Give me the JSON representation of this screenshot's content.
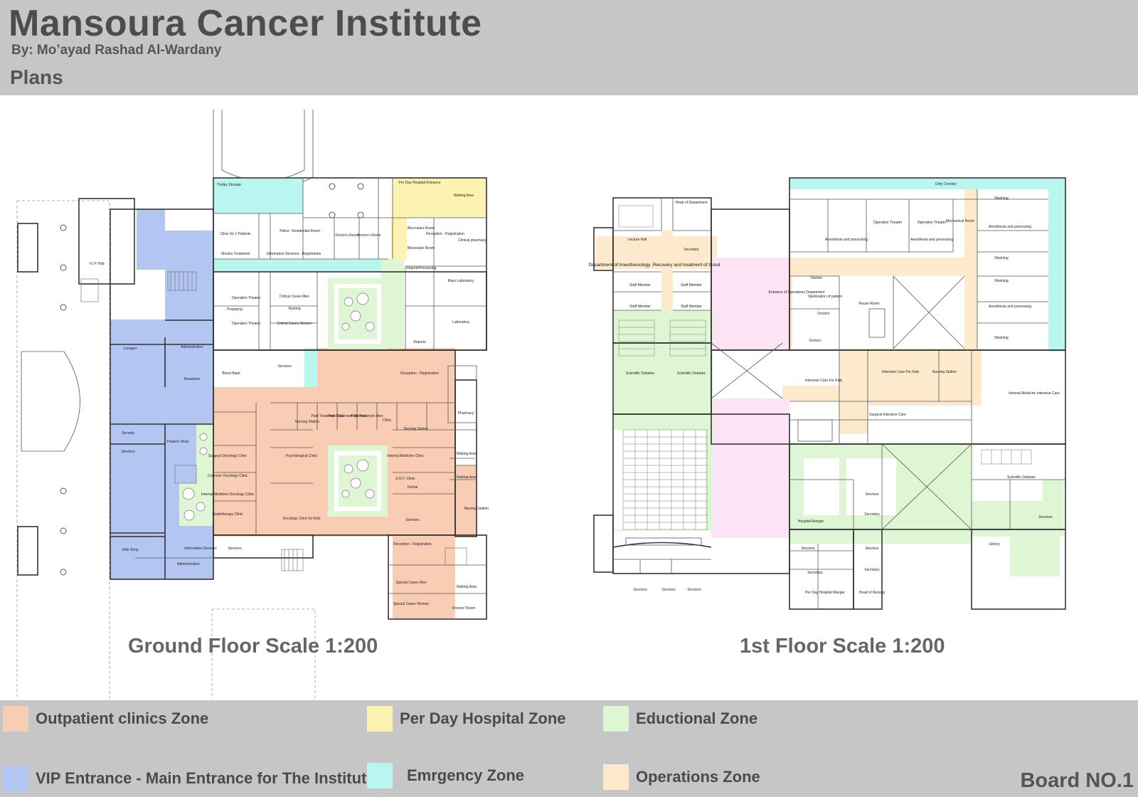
{
  "header": {
    "title": "Mansoura Cancer Institute",
    "author": "By: Mo’ayad Rashad Al-Wardany",
    "section": "Plans"
  },
  "plans": {
    "ground": {
      "caption": "Ground Floor Scale 1:200",
      "rooms": {
        "vip_hall": "V.I.P. Hall",
        "lounges": "Lounges",
        "administration": "Administration",
        "reception": "Reception",
        "security": "Security",
        "services": "Services",
        "flowers_shop": "Flowers Shop",
        "gifts_shop": "Gifts Shop",
        "information_services": "Information Services",
        "administration_2": "Administration",
        "trolley_storage": "Trolley Storage",
        "clinic_2_patients": "Clinic for 2 Patients",
        "shocks_treatment": "Shocks Treatment",
        "police": "Police",
        "residential_room": "Residential Room",
        "info_registration": "Information Services - Registration",
        "doctors_room": "Doctor's Room",
        "per_day_entrance": "Per Day Hospital Entrance",
        "waiting_area": "Waiting Area",
        "binoculars_room": "Binoculars Room",
        "reception_registration": "Reception - Registration",
        "clinical_pharmacy": "Clinical pharmacy",
        "reports": "Reports",
        "processing": "Processing",
        "rays_laboratory": "Rays Laboratory",
        "laboratory": "Laboratory",
        "operation_theater": "Operation Theater",
        "preparing": "Preparing",
        "critical_men": "Critical Cases Men",
        "nursing": "Nursing",
        "critical_women": "Critical Cases Women",
        "blood_bank": "Blood Bank",
        "services_2": "Services",
        "pharmacy": "Pharmacy",
        "nursing_station": "Nursing Station",
        "pain_kids": "Pain Treatment Kids",
        "pain_women": "Pain Treatment Women",
        "pain_men": "Pain Treatment Men",
        "clinic": "Clinic",
        "surgical_oncology": "Surgical Oncology Clinic",
        "common_oncology": "Common Oncology Clinic",
        "internal_oncology": "Internal Medicine Oncology Clinic",
        "radiotherapy": "Radiotherapy Clinic",
        "psychological": "Psychological Clinic",
        "oncology_kids": "Oncology Clinic for Kids",
        "internal_clinic": "Internal Medicine Clinic",
        "ent_clinic": "E.N.T. Clinic",
        "dental": "Dental",
        "special_men": "Special Cases Men",
        "special_women": "Special Cases Women",
        "doctors_room_2": "Doctors' Room"
      }
    },
    "first": {
      "caption": "1st Floor Scale 1:200",
      "rooms": {
        "dirty_corridor": "Dirty Corridor",
        "head_department": "Head of Department",
        "lecture_hall": "Lecture Hall",
        "secretary": "Secretary",
        "anesthesiology": "Department of Anesthesiology ,Recovery and treatment of blood",
        "staff_member": "Staff Member",
        "scientific_debates": "Scientific Debates",
        "washing": "Washing",
        "anesthesia_processing": "Anesthesia and processing",
        "operation_theater": "Operation Theater",
        "mechanical_room": "Mechanical Room",
        "nurses": "Nurses",
        "entrance_ops": "Entrance of Operations Department",
        "sterilization": "Sterilization of patient",
        "doctors": "Doctors",
        "rouse_room": "Rouse Room",
        "intensive_kids": "Intensive Care For Kids",
        "nursing_station": "Nursing Station",
        "internal_intensive": "Internal Medicine Intensive Care",
        "surgical_intensive": "Surgical Intensive Care",
        "hospital_manager": "Hospital Manger",
        "services": "Services",
        "library": "Library",
        "per_day_manager": "Per Day Hospital Manger",
        "head_nursing": "Head of Nursing"
      }
    }
  },
  "legend": {
    "items": [
      {
        "label": "Outpatient clinics Zone",
        "color": "#f9ccb4"
      },
      {
        "label": "Per Day Hospital Zone",
        "color": "#fcf3b0"
      },
      {
        "label": "Eductional Zone",
        "color": "#dff6d4"
      },
      {
        "label": "VIP Entrance - Main Entrance for The Institute",
        "color": "#b3c6f1"
      },
      {
        "label": "Emrgency Zone",
        "color": "#b9f6ef"
      },
      {
        "label": "Operations Zone",
        "color": "#fde9cc"
      }
    ]
  },
  "board": "Board NO.1"
}
